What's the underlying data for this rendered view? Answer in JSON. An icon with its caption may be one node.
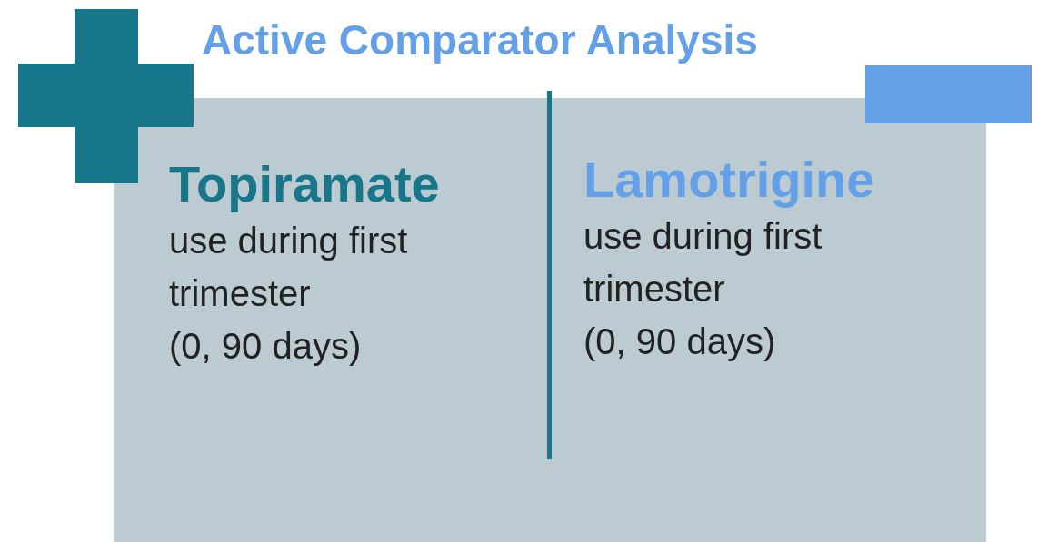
{
  "diagram": {
    "title": "Active Comparator Analysis",
    "nodes": [
      {
        "text": [
          "Topiramate",
          "use during first trimester",
          "(0, 90 days)"
        ]
      },
      {
        "text": [
          "Lamotrigine",
          "use during first trimester",
          "(0, 90 days)"
        ]
      }
    ]
  }
}
